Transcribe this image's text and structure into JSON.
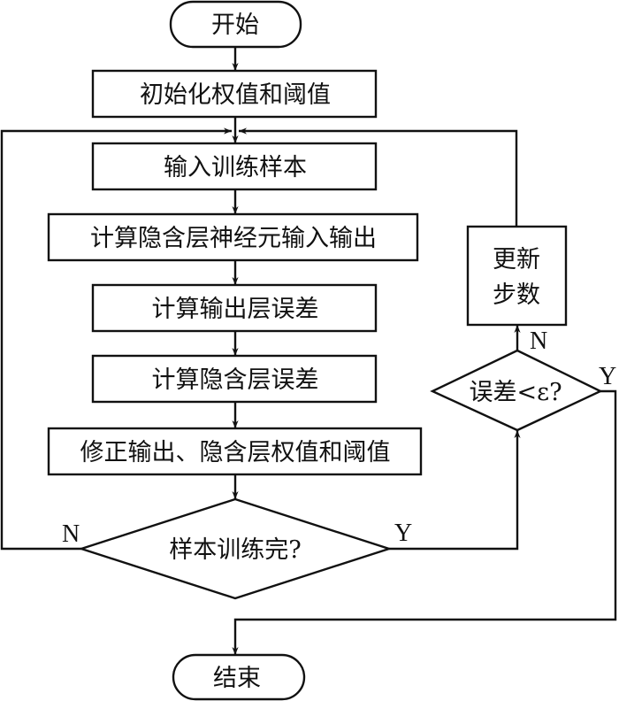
{
  "diagram": {
    "type": "flowchart",
    "nodes": {
      "start": "开始",
      "init": "初始化权值和阈值",
      "input": "输入训练样本",
      "hidden_io": "计算隐含层神经元输入输出",
      "output_err": "计算输出层误差",
      "hidden_err": "计算隐含层误差",
      "update_weights": "修正输出、隐含层权值和阈值",
      "sample_done": "样本训练完?",
      "error_check": "误差<ε?",
      "update_steps_line1": "更新",
      "update_steps_line2": "步数",
      "end": "结束"
    },
    "edge_labels": {
      "sample_no": "N",
      "sample_yes": "Y",
      "error_no": "N",
      "error_yes": "Y"
    }
  }
}
